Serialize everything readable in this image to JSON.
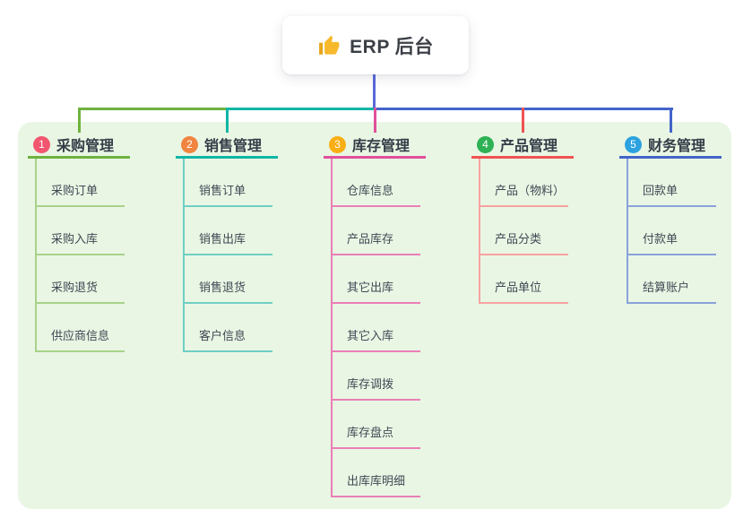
{
  "root": {
    "title": "ERP 后台",
    "icon": "thumbs-up"
  },
  "panel": {
    "background": "#e9f6e4"
  },
  "connector": {
    "root_drop_color": "#5b68d8",
    "bus_colors": [
      "#6eb23e",
      "#10b6a6",
      "#4365c9"
    ]
  },
  "branches": [
    {
      "num": "1",
      "label": "采购管理",
      "badge_color": "#f2566f",
      "line_color": "#6eb23e",
      "child_line_color": "#a8d289",
      "children": [
        "采购订单",
        "采购入库",
        "采购退货",
        "供应商信息"
      ]
    },
    {
      "num": "2",
      "label": "销售管理",
      "badge_color": "#f08440",
      "line_color": "#10b6a6",
      "child_line_color": "#6fcfc4",
      "children": [
        "销售订单",
        "销售出库",
        "销售退货",
        "客户信息"
      ]
    },
    {
      "num": "3",
      "label": "库存管理",
      "badge_color": "#f9ae13",
      "line_color": "#e0509b",
      "child_line_color": "#ea7fb6",
      "children": [
        "仓库信息",
        "产品库存",
        "其它出库",
        "其它入库",
        "库存调拨",
        "库存盘点",
        "出库库明细"
      ]
    },
    {
      "num": "4",
      "label": "产品管理",
      "badge_color": "#2fb156",
      "line_color": "#f05352",
      "child_line_color": "#f7a3a0",
      "children": [
        "产品（物料）",
        "产品分类",
        "产品单位"
      ]
    },
    {
      "num": "5",
      "label": "财务管理",
      "badge_color": "#2ba2df",
      "line_color": "#4365c9",
      "child_line_color": "#8aa2da",
      "children": [
        "回款单",
        "付款单",
        "结算账户"
      ]
    }
  ]
}
